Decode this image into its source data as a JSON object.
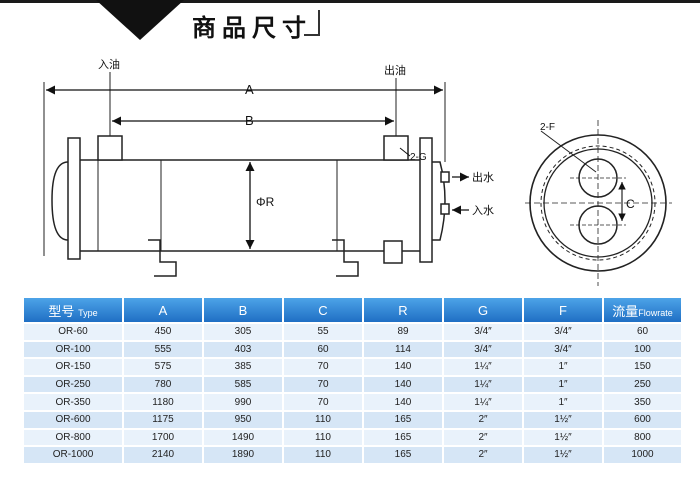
{
  "header": {
    "title": "商品尺寸"
  },
  "diagram": {
    "labels": {
      "oil_in": "入油",
      "oil_out": "出油",
      "dim_a": "A",
      "dim_b": "B",
      "dim_r": "ΦR",
      "dim_g": "2-G",
      "water_out": "出水",
      "water_in": "入水",
      "dim_f": "2-F",
      "dim_c": "C"
    }
  },
  "table": {
    "headers": [
      {
        "main": "型号",
        "sub": "Type"
      },
      {
        "main": "A",
        "sub": ""
      },
      {
        "main": "B",
        "sub": ""
      },
      {
        "main": "C",
        "sub": ""
      },
      {
        "main": "R",
        "sub": ""
      },
      {
        "main": "G",
        "sub": ""
      },
      {
        "main": "F",
        "sub": ""
      },
      {
        "main": "流量",
        "sub": "Flowrate"
      }
    ],
    "rows": [
      [
        "OR-60",
        "450",
        "305",
        "55",
        "89",
        "3/4″",
        "3/4″",
        "60"
      ],
      [
        "OR-100",
        "555",
        "403",
        "60",
        "114",
        "3/4″",
        "3/4″",
        "100"
      ],
      [
        "OR-150",
        "575",
        "385",
        "70",
        "140",
        "1¼″",
        "1″",
        "150"
      ],
      [
        "OR-250",
        "780",
        "585",
        "70",
        "140",
        "1¼″",
        "1″",
        "250"
      ],
      [
        "OR-350",
        "1180",
        "990",
        "70",
        "140",
        "1¼″",
        "1″",
        "350"
      ],
      [
        "OR-600",
        "1175",
        "950",
        "110",
        "165",
        "2″",
        "1½″",
        "600"
      ],
      [
        "OR-800",
        "1700",
        "1490",
        "110",
        "165",
        "2″",
        "1½″",
        "800"
      ],
      [
        "OR-1000",
        "2140",
        "1890",
        "110",
        "165",
        "2″",
        "1½″",
        "1000"
      ]
    ]
  }
}
